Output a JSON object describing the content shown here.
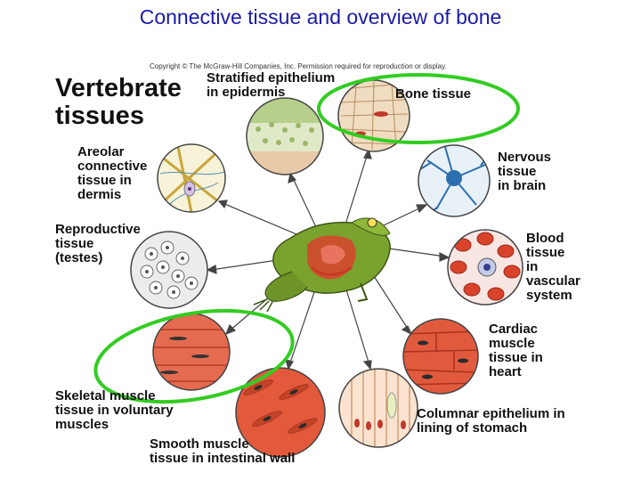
{
  "slide": {
    "title": "Connective tissue and overview of bone"
  },
  "figure": {
    "copyright": "Copyright © The McGraw-Hill Companies, Inc. Permission required for reproduction or display.",
    "heading": [
      "Vertebrate",
      "tissues"
    ],
    "labels": {
      "stratified": [
        "Stratified epithelium",
        "in epidermis"
      ],
      "bone": [
        "Bone tissue"
      ],
      "areolar": [
        "Areolar",
        "connective",
        "tissue in",
        "dermis"
      ],
      "nervous": [
        "Nervous",
        "tissue",
        "in brain"
      ],
      "reproductive": [
        "Reproductive",
        "tissue",
        "(testes)"
      ],
      "blood": [
        "Blood",
        "tissue",
        "in",
        "vascular",
        "system"
      ],
      "cardiac": [
        "Cardiac",
        "muscle",
        "tissue in",
        "heart"
      ],
      "skeletal": [
        "Skeletal muscle",
        "tissue in voluntary",
        "muscles"
      ],
      "columnar": [
        "Columnar epithelium in",
        "lining of stomach"
      ],
      "smooth": [
        "Smooth muscle",
        "tissue in intestinal wall"
      ]
    }
  },
  "colors": {
    "title": "#1a1aa8",
    "highlight_ellipse": "#33cc22",
    "frog": "#7aa22e",
    "muscle": "#d9432b"
  }
}
